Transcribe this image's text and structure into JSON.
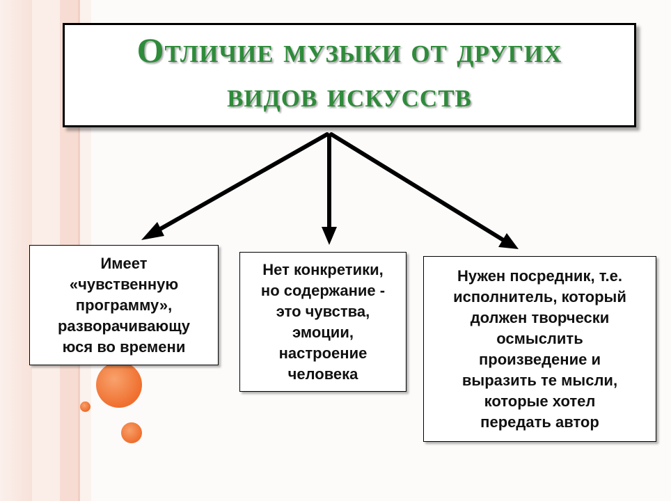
{
  "title": {
    "lines": [
      "Отличие музыки от других",
      "видов искусств"
    ]
  },
  "boxes": {
    "left": {
      "lines": [
        "Имеет",
        "«чувственную",
        "программу»,",
        "разворачивающу",
        "юся во времени"
      ]
    },
    "middle": {
      "lines": [
        "Нет конкретики,",
        "но содержание -",
        "это чувства,",
        "эмоции,",
        "настроение",
        "человека"
      ]
    },
    "right": {
      "lines": [
        "Нужен посредник, т.е.",
        "исполнитель, который",
        "должен творчески",
        "осмыслить",
        "произведение и",
        "выразить те мысли,",
        "которые хотел",
        "передать автор"
      ]
    }
  },
  "colors": {
    "title_text": "#2e8b3a",
    "accent_circle": "#ef6f2e"
  }
}
